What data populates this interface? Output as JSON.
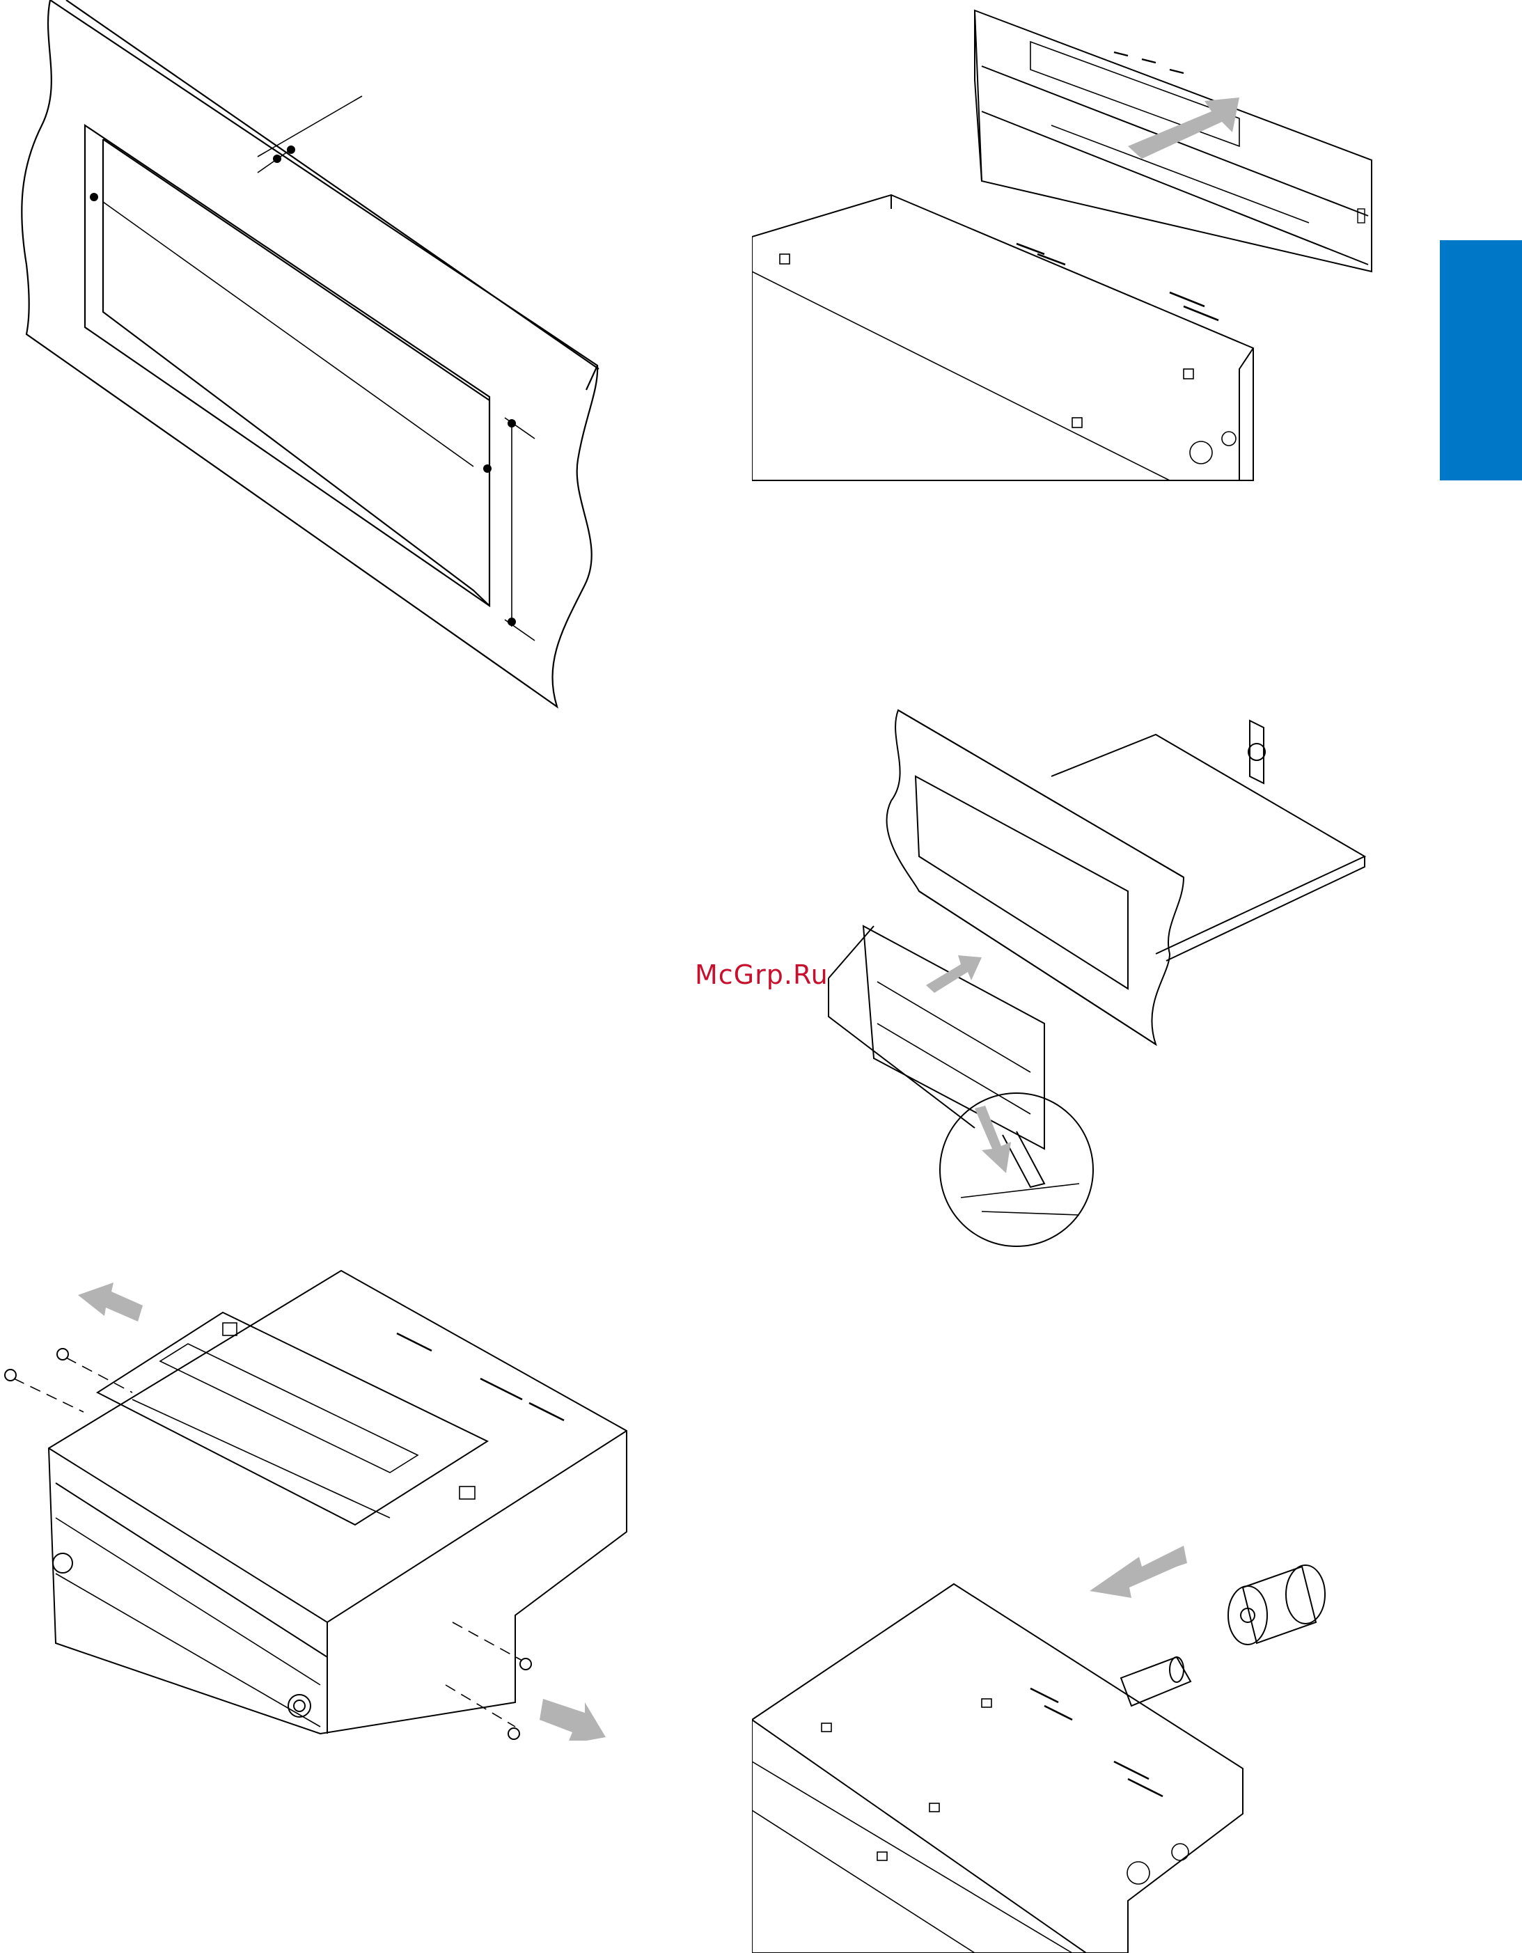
{
  "document": {
    "watermark": "McGrp.Ru",
    "accent_color": "#0078c8",
    "watermark_color": "#c8102e"
  },
  "figures": [
    {
      "name": "dashboard-opening",
      "icon": "dashboard-cutout-diagram"
    },
    {
      "name": "sleeve-removal",
      "icon": "mounting-sleeve-slide-diagram"
    },
    {
      "name": "sleeve-insertion",
      "icon": "sleeve-into-dash-diagram"
    },
    {
      "name": "screw-removal",
      "icon": "unit-screws-diagram"
    },
    {
      "name": "rubber-bushing",
      "icon": "rear-bushing-diagram"
    }
  ]
}
